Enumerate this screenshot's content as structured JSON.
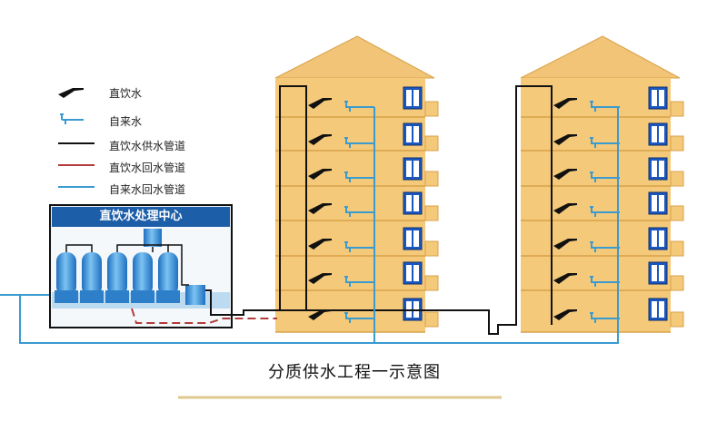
{
  "legend": {
    "direct_drinking_tap": "直饮水",
    "tap_water_faucet": "自来水",
    "direct_supply_pipe": "直饮水供水管道",
    "direct_return_pipe": "直饮水回水管道",
    "tap_return_pipe": "自来水回水管道"
  },
  "plant": {
    "title": "直饮水处理中心"
  },
  "caption": "分质供水工程一示意图",
  "buildings": {
    "count": 2,
    "floors": 7
  },
  "colors": {
    "building": "#f5c97a",
    "roof": "#f2c477",
    "plant_header": "#1c5ea8",
    "tank": "#3a8fd6",
    "supply_pipe": "#111111",
    "return_pipe_direct": "#b33a3a",
    "return_pipe_tap": "#3a9bd0",
    "window": "#1b57c0"
  }
}
